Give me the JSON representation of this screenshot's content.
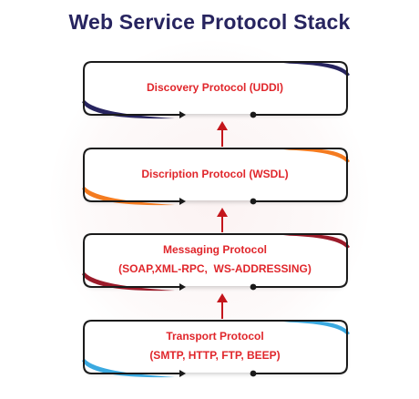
{
  "title": "Web Service Protocol Stack",
  "layers": [
    {
      "lines": [
        "Discovery Protocol (UDDI)"
      ],
      "accent": "#27245f",
      "id": "discovery"
    },
    {
      "lines": [
        "Discription Protocol (WSDL)"
      ],
      "accent": "#f47b20",
      "id": "description"
    },
    {
      "lines": [
        "Messaging Protocol",
        "(SOAP,XML-RPC,  WS-ADDRESSING)"
      ],
      "accent": "#9b1b2a",
      "id": "messaging"
    },
    {
      "lines": [
        "Transport Protocol",
        "(SMTP, HTTP, FTP, BEEP)"
      ],
      "accent": "#3aa9e0",
      "id": "transport"
    }
  ],
  "colors": {
    "title": "#27245f",
    "label": "#e0262b",
    "arrow": "#c4161c",
    "outline": "#1a1a1a"
  }
}
